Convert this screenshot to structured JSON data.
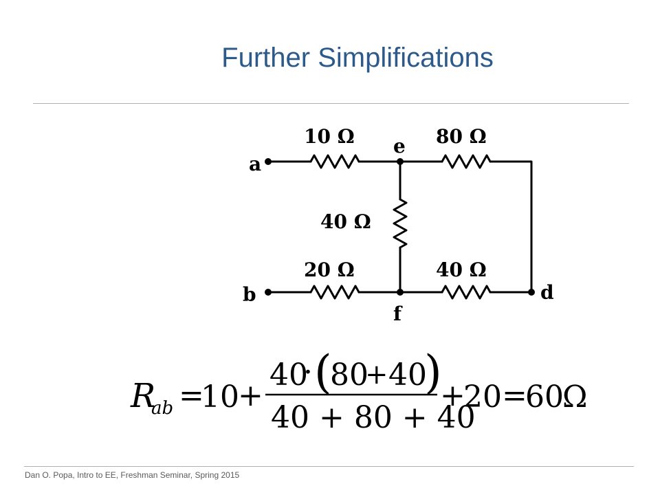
{
  "slide": {
    "title": "Further Simplifications",
    "footer": "Dan O. Popa, Intro to EE, Freshman Seminar, Spring 2015"
  },
  "circuit": {
    "nodes": {
      "a": "a",
      "b": "b",
      "d": "d",
      "e": "e",
      "f": "f"
    },
    "resistors": {
      "r_ae": "10 Ω",
      "r_ed": "80 Ω",
      "r_ef": "40 Ω",
      "r_bf": "20 Ω",
      "r_fd": "40 Ω"
    }
  },
  "equation": {
    "lhs_symbol": "R",
    "lhs_subscript": "ab",
    "eq1": "=",
    "term1": "10",
    "plus1": "+",
    "num_a": "40",
    "dot": "·",
    "lparen": "(",
    "num_b": "80",
    "num_plus": "+",
    "num_c": "40",
    "rparen": ")",
    "den": "40 + 80 + 40",
    "plus2": "+",
    "term2": "20",
    "eq2": "=",
    "result": "60",
    "unit": "Ω"
  },
  "colors": {
    "title": "#2c5a8a",
    "rule": "#b0b0b0"
  }
}
